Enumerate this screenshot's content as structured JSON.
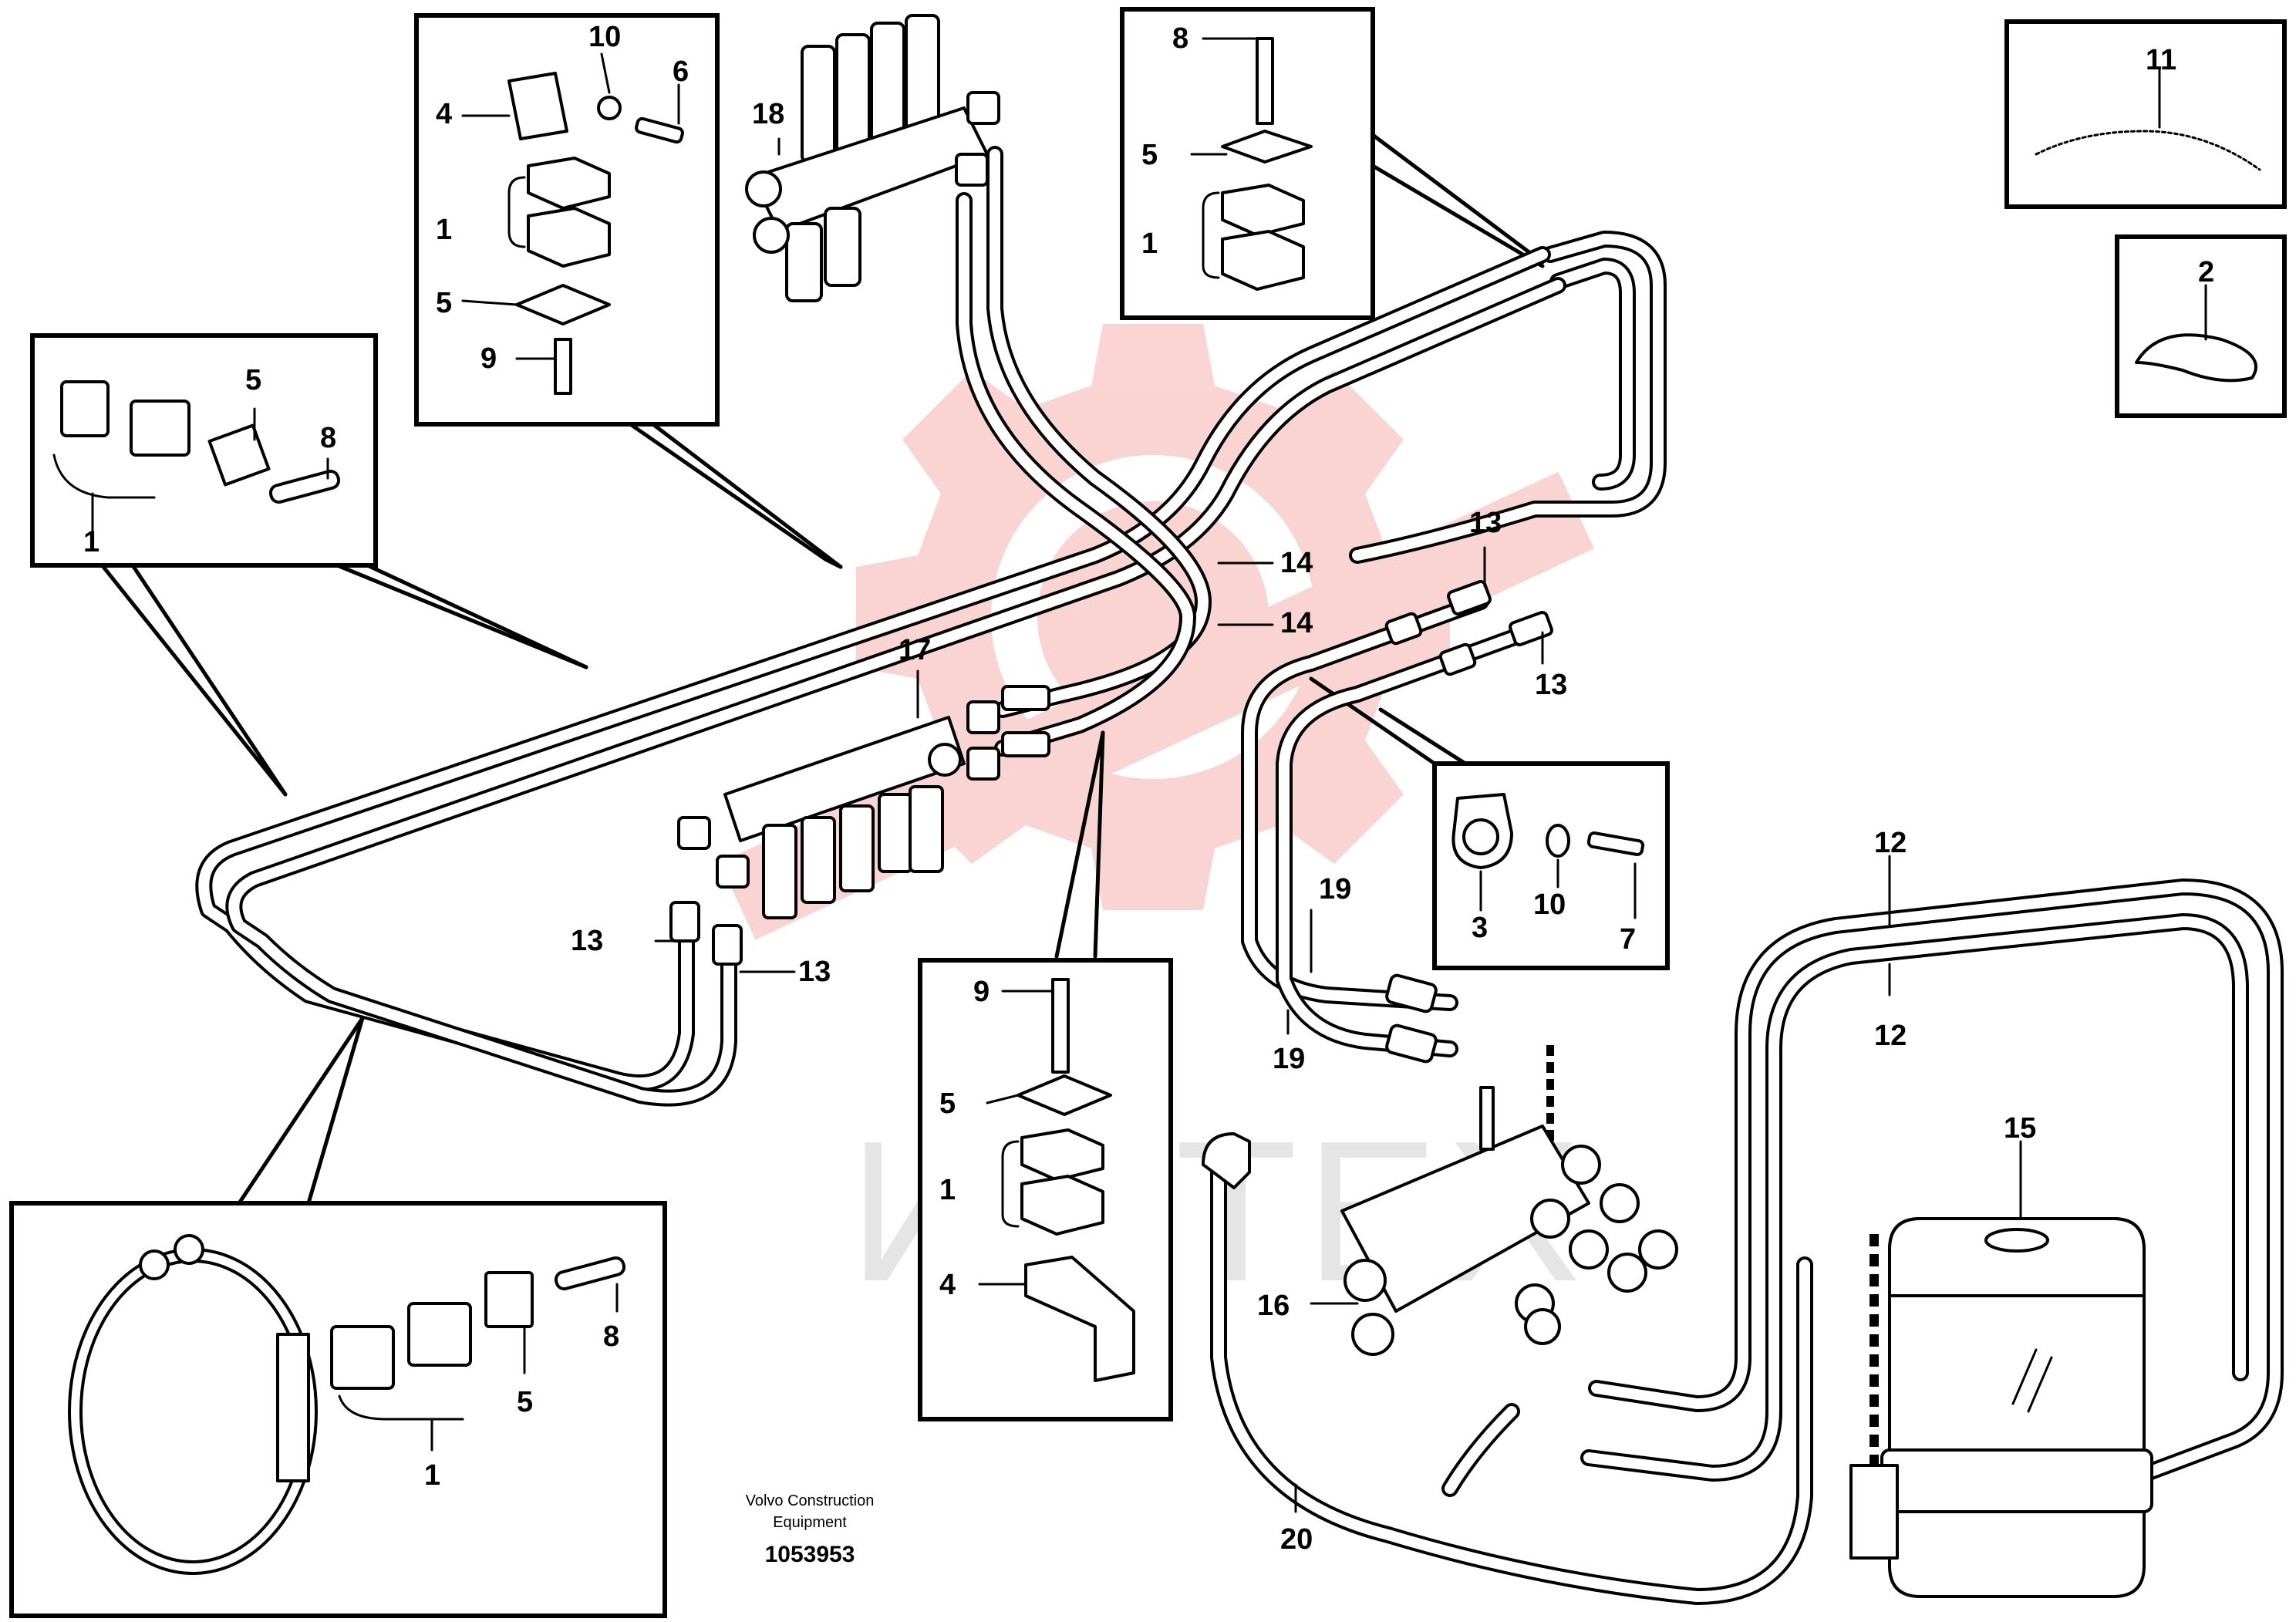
{
  "watermark": {
    "text": "ИМТЕХ",
    "logo_color": "#e8413c"
  },
  "footer": {
    "company_line1": "Volvo Construction",
    "company_line2": "Equipment",
    "drawing_number": "1053953"
  },
  "callouts": {
    "c1_box_tl": "1",
    "c5_box_tl": "5",
    "c8_box_tl": "8",
    "c10_box_t": "10",
    "c4_box_t": "4",
    "c6_box_t": "6",
    "c1_box_t": "1",
    "c5_box_t": "5",
    "c9_box_t": "9",
    "c18": "18",
    "c8_box_tr": "8",
    "c5_box_tr": "5",
    "c1_box_tr": "1",
    "c11": "11",
    "c2": "2",
    "c14_a": "14",
    "c14_b": "14",
    "c17": "17",
    "c13_tr": "13",
    "c13_r": "13",
    "c13_l": "13",
    "c13_lb": "13",
    "c3": "3",
    "c10_box_r": "10",
    "c7": "7",
    "c19_a": "19",
    "c19_b": "19",
    "c12_a": "12",
    "c12_b": "12",
    "c15": "15",
    "c16": "16",
    "c20": "20",
    "c9_box_m": "9",
    "c5_box_m": "5",
    "c1_box_m": "1",
    "c4_box_m": "4",
    "c8_box_bl": "8",
    "c5_box_bl": "5",
    "c1_box_bl": "1"
  }
}
